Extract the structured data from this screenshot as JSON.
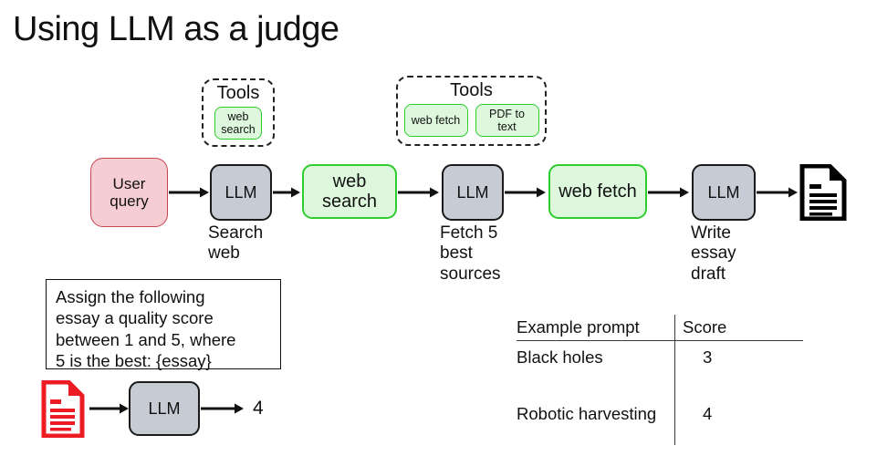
{
  "slide": {
    "title": "Using LLM as a judge"
  },
  "pipeline": {
    "nodes": [
      {
        "id": "user-query",
        "label": "User query",
        "type": "input"
      },
      {
        "id": "llm-search",
        "label": "LLM",
        "type": "llm",
        "caption": "Search web"
      },
      {
        "id": "web-search",
        "label": "web search",
        "type": "tool"
      },
      {
        "id": "llm-fetch",
        "label": "LLM",
        "type": "llm",
        "caption": "Fetch 5 best sources"
      },
      {
        "id": "web-fetch",
        "label": "web fetch",
        "type": "tool"
      },
      {
        "id": "llm-write",
        "label": "LLM",
        "type": "llm",
        "caption": "Write essay draft"
      },
      {
        "id": "essay-doc",
        "label": "",
        "type": "document-icon"
      }
    ],
    "tool_groups": [
      {
        "id": "tools-1",
        "title": "Tools",
        "tools": [
          "web search"
        ]
      },
      {
        "id": "tools-2",
        "title": "Tools",
        "tools": [
          "web fetch",
          "PDF to text"
        ]
      }
    ]
  },
  "judge": {
    "prompt": "Assign the following essay a quality score between 1 and 5, where 5 is the best: {essay}",
    "prompt_lines": [
      "Assign the following",
      "essay a quality score",
      "between 1 and 5, where",
      "5 is the best: {essay}"
    ],
    "input_icon": "red-document-icon",
    "llm_label": "LLM",
    "output_score": "4"
  },
  "score_table": {
    "headers": [
      "Example prompt",
      "Score"
    ],
    "rows": [
      {
        "prompt": "Black holes",
        "score": "3"
      },
      {
        "prompt": "Robotic harvesting",
        "score": "4"
      }
    ]
  },
  "colors": {
    "pink_fill": "#f5cdd2",
    "pink_border": "#c8474f",
    "gray_fill": "#c6cbd4",
    "gray_border": "#1a1a1a",
    "green_fill": "#ddf8dd",
    "green_border": "#2ecc2e",
    "red_icon": "#ed1c24",
    "ink": "#111111"
  }
}
